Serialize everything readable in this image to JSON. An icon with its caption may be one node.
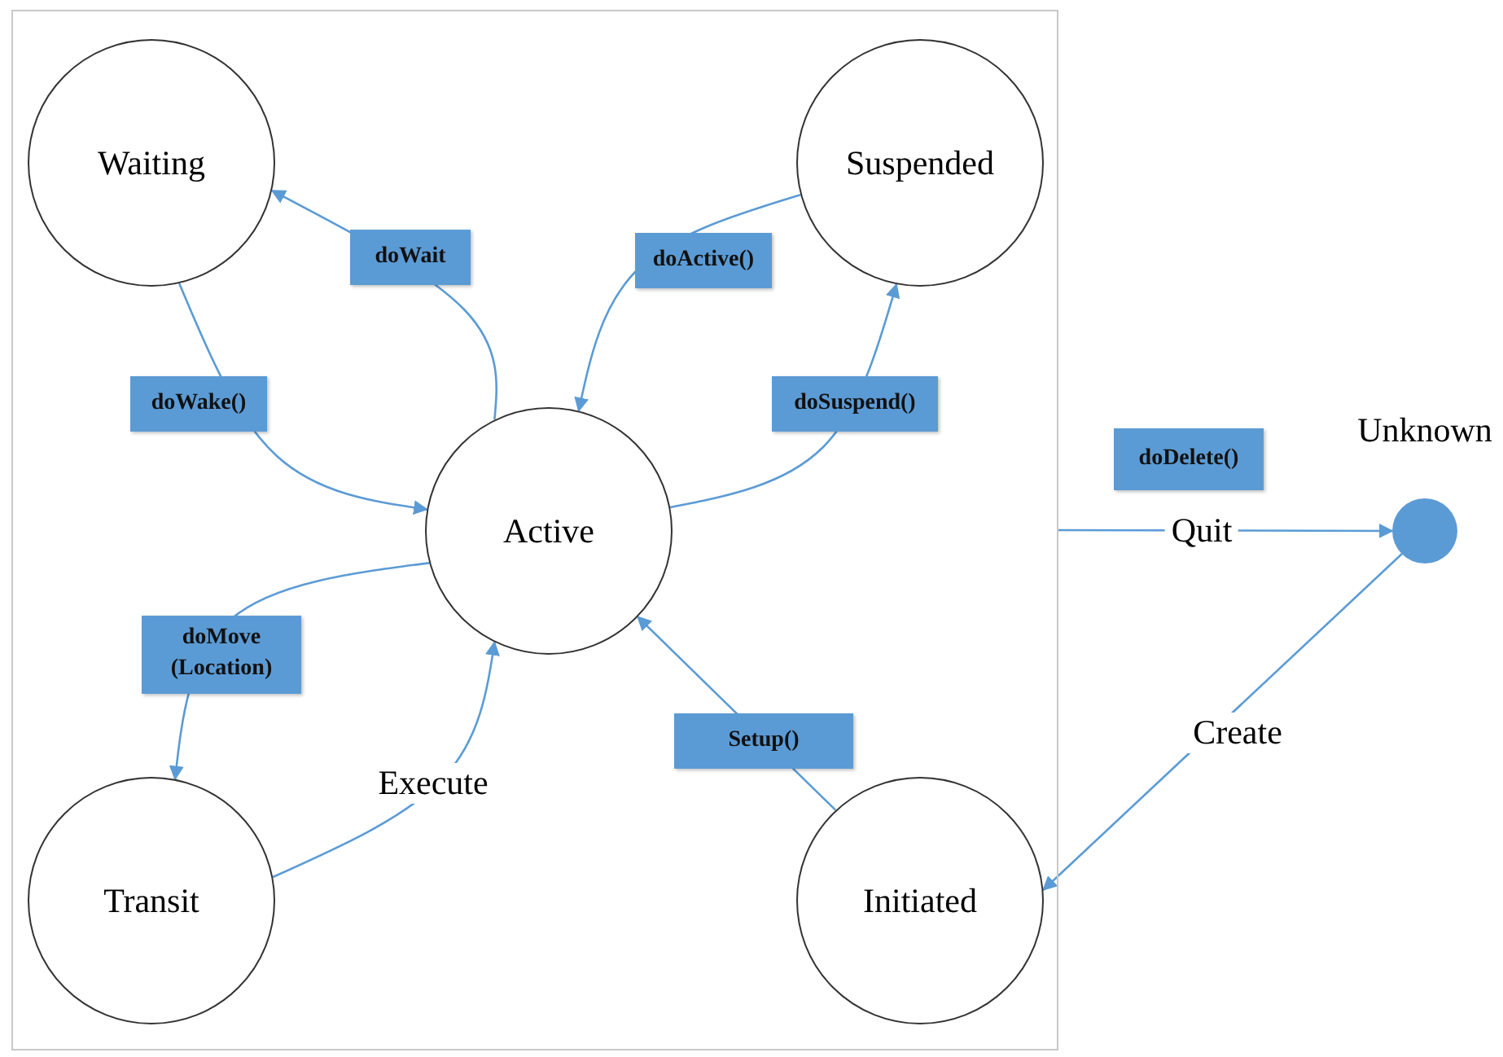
{
  "diagram": {
    "nodes": [
      {
        "text": [],
        "shape": "box"
      },
      {
        "text": [
          "Waiting"
        ],
        "in": 0
      },
      {
        "text": [
          "Suspended"
        ],
        "in": 0
      },
      {
        "text": [
          "Active"
        ],
        "in": 0
      },
      {
        "text": [
          "Transit"
        ],
        "in": 0
      },
      {
        "text": [
          "Initiated"
        ],
        "in": 0
      },
      {
        "text": [
          "Unknown"
        ]
      }
    ],
    "edges": [
      {
        "from": 3,
        "to": 1,
        "arrow": "to",
        "label": "doWait"
      },
      {
        "from": 1,
        "to": 3,
        "arrow": "to",
        "label": "doWake()"
      },
      {
        "from": 2,
        "to": 3,
        "arrow": "to",
        "label": "doActive()"
      },
      {
        "from": 3,
        "to": 2,
        "arrow": "to",
        "label": "doSuspend()"
      },
      {
        "from": 3,
        "to": 4,
        "arrow": "to",
        "label": "doMove (Location)"
      },
      {
        "from": 4,
        "to": 3,
        "arrow": "to",
        "label": "Execute"
      },
      {
        "from": 5,
        "to": 3,
        "arrow": "to",
        "label": "Setup()"
      },
      {
        "from": 0,
        "to": 6,
        "arrow": "to",
        "label": "Quit"
      },
      {
        "from": 6,
        "to": 5,
        "arrow": "to",
        "label": "Create"
      }
    ],
    "labels": [
      "doDelete()"
    ]
  }
}
